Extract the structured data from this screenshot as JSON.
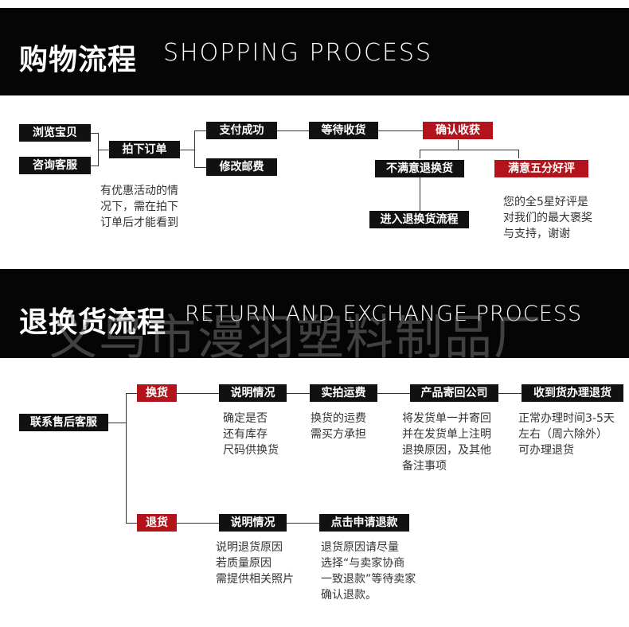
{
  "shopping": {
    "title_zh": "购物流程",
    "title_en": "SHOPPING PROCESS",
    "browse": "浏览宝贝",
    "consult": "咨询客服",
    "order": "拍下订单",
    "order_note": "有优惠活动的情\n况下，需在拍下\n订单后才能看到",
    "pay": "支付成功",
    "modify_postage": "修改邮费",
    "wait_delivery": "等待收货",
    "confirm_receipt": "确认收获",
    "unsatisfied": "不满意退换货",
    "satisfied": "满意五分好评",
    "enter_return": "进入退换货流程",
    "praise_note": "您的全5星好评是\n对我们的最大褒奖\n与支持，谢谢"
  },
  "returns": {
    "title_zh": "退换货流程",
    "title_en": "RETURN AND EXCHANGE PROCESS",
    "watermark": "义乌市漫羽塑料制品厂",
    "contact": "联系售后客服",
    "exchange": "换货",
    "return": "退货",
    "exchange_steps": [
      {
        "label": "说明情况",
        "note": "确定是否\n还有库存\n尺码供换货"
      },
      {
        "label": "实拍运费",
        "note": "换货的运费\n需买方承担"
      },
      {
        "label": "产品寄回公司",
        "note": "将发货单一并寄回\n并在发货单上注明\n退换原因，及其他\n备注事项"
      },
      {
        "label": "收到货办理退货",
        "note": "正常办理时间3-5天\n左右（周六除外）\n可办理退货"
      }
    ],
    "return_steps": [
      {
        "label": "说明情况",
        "note": "说明退货原因\n若质量原因\n需提供相关照片"
      },
      {
        "label": "点击申请退款",
        "note": "退货原因请尽量\n选择“与卖家协商\n一致退款”等待卖家\n确认退款。"
      }
    ]
  },
  "colors": {
    "banner": "#050505",
    "box": "#111111",
    "accent": "#b3141b"
  }
}
